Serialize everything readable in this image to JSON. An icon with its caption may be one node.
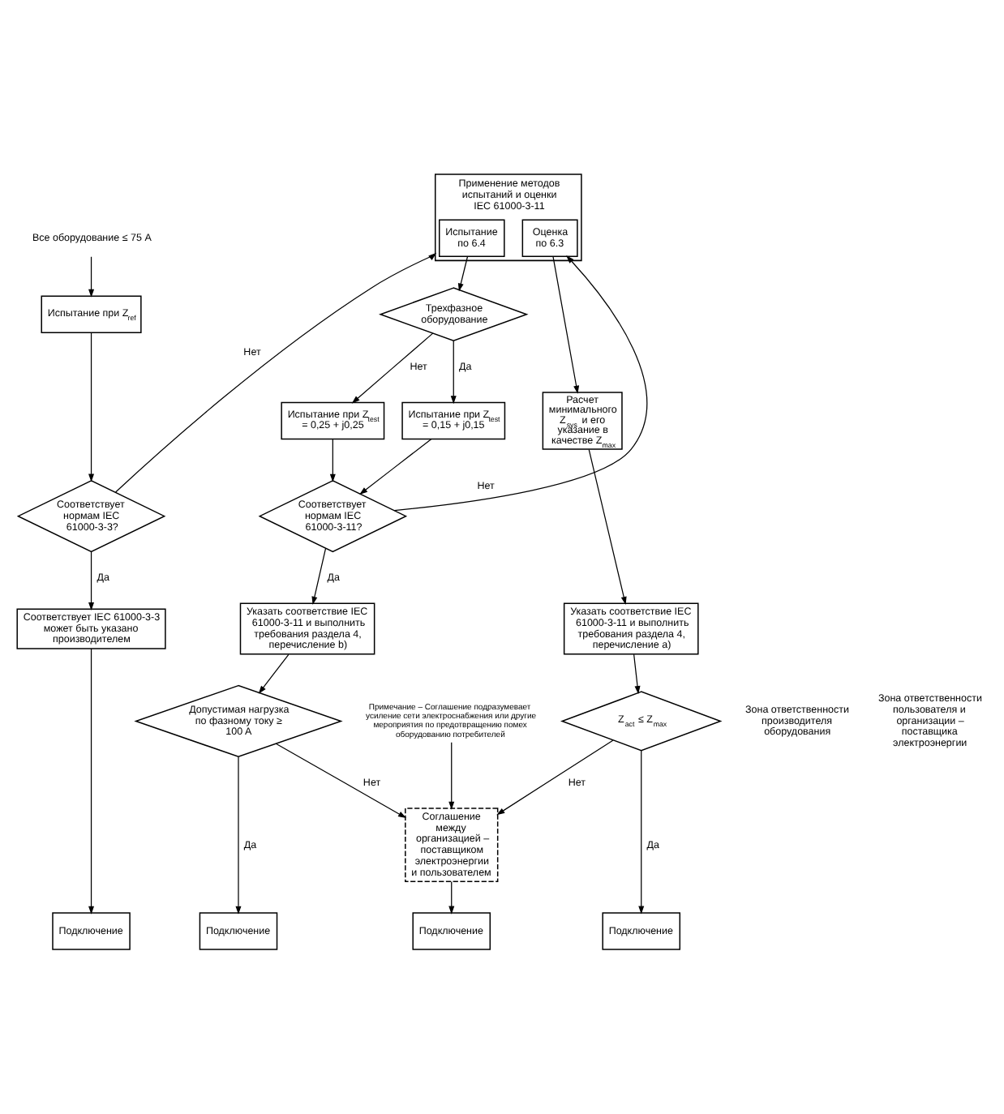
{
  "diagram": {
    "nodes": [
      {
        "text": [
          "Все оборудование ≤ 75 A"
        ]
      },
      {
        "text": [
          "Испытание при Z$_{ref}$"
        ]
      },
      {
        "text": [
          "Соответствует нормам IEC 61000-3-3?"
        ]
      },
      {
        "text": [
          "Соответствует IEC 61000-3-3 может быть указано производителем"
        ]
      },
      {
        "text": [
          "Применение методов испытаний и оценки IEC 61000-3-11"
        ]
      },
      {
        "text": [
          "Испытание по 6.4"
        ],
        "in": 4
      },
      {
        "text": [
          "Оценка по 6.3"
        ],
        "in": 4
      },
      {
        "text": [
          "Трехфазное оборудование"
        ]
      },
      {
        "text": [
          "Испытание при Z$_{test}$ = 0,15 + j0,15"
        ]
      },
      {
        "text": [
          "Испытание при Z$_{test}$ = 0,25 + j0,25"
        ]
      },
      {
        "text": [
          "Соответствует нормам IEC 61000-3-11?"
        ]
      },
      {
        "text": [
          "Указать соответствие IEC 61000-3-11 и выполнить требования раздела 4, перечисление b)"
        ]
      },
      {
        "text": [
          "Расчет минимального Z$_{sys}$ и его указание в качестве Z$_{max}$"
        ]
      },
      {
        "text": [
          "Указать соответствие IEC 61000-3-11 и выполнить требования раздела 4, перечисление a)"
        ]
      },
      {
        "text": [
          "Примечание – Соглашение подразумевает усиление сети электроснабжения или другие мероприятия по предотвращению помех оборудованию потребителей"
        ]
      },
      {
        "text": [
          "Допустимая нагрузка по фазному току ≥ 100 A"
        ]
      },
      {
        "text": [
          "Соглашение между организацией – поставщиком электроэнергии и пользователем"
        ]
      },
      {
        "text": [
          "Z$_{act}$ ≤ Z$_{max}$"
        ]
      },
      {
        "text": [
          "Подключение"
        ]
      },
      {
        "text": [
          "Подключение"
        ]
      },
      {
        "text": [
          "Подключение"
        ]
      },
      {
        "text": [
          "Подключение"
        ]
      }
    ],
    "edges": [
      {
        "from": 0,
        "to": 1,
        "arrow": "to"
      },
      {
        "from": 1,
        "to": 2,
        "arrow": "to"
      },
      {
        "from": 2,
        "to": 3,
        "arrow": "to",
        "label": "Да"
      },
      {
        "from": 2,
        "to": 4,
        "arrow": "to",
        "label": "Нет"
      },
      {
        "from": 3,
        "to": 18,
        "arrow": "to"
      },
      {
        "from": 5,
        "to": 7,
        "arrow": "to"
      },
      {
        "from": 7,
        "to": 8,
        "arrow": "to",
        "label": "Да"
      },
      {
        "from": 7,
        "to": 9,
        "arrow": "to",
        "label": "Нет"
      },
      {
        "from": 8,
        "to": 10,
        "arrow": "to"
      },
      {
        "from": 9,
        "to": 10,
        "arrow": "to"
      },
      {
        "from": 10,
        "to": 11,
        "arrow": "to",
        "label": "Да"
      },
      {
        "from": 10,
        "to": 6,
        "arrow": "to",
        "label": "Нет"
      },
      {
        "from": 6,
        "to": 12,
        "arrow": "to"
      },
      {
        "from": 12,
        "to": 13,
        "arrow": "to"
      },
      {
        "from": 11,
        "to": 15,
        "arrow": "to"
      },
      {
        "from": 13,
        "to": 17,
        "arrow": "to"
      },
      {
        "from": 14,
        "to": 16,
        "arrow": "to"
      },
      {
        "from": 15,
        "to": 16,
        "arrow": "to",
        "label": "Нет"
      },
      {
        "from": 15,
        "to": 19,
        "arrow": "to",
        "label": "Да"
      },
      {
        "from": 16,
        "to": 20,
        "arrow": "to"
      },
      {
        "from": 17,
        "to": 16,
        "arrow": "to",
        "label": "Нет"
      },
      {
        "from": 17,
        "to": 21,
        "arrow": "to",
        "label": "Да"
      }
    ],
    "labels": [
      "Зона ответственности производителя оборудования",
      "Зона ответственности пользователя и организации – поставщика электроэнергии"
    ]
  }
}
